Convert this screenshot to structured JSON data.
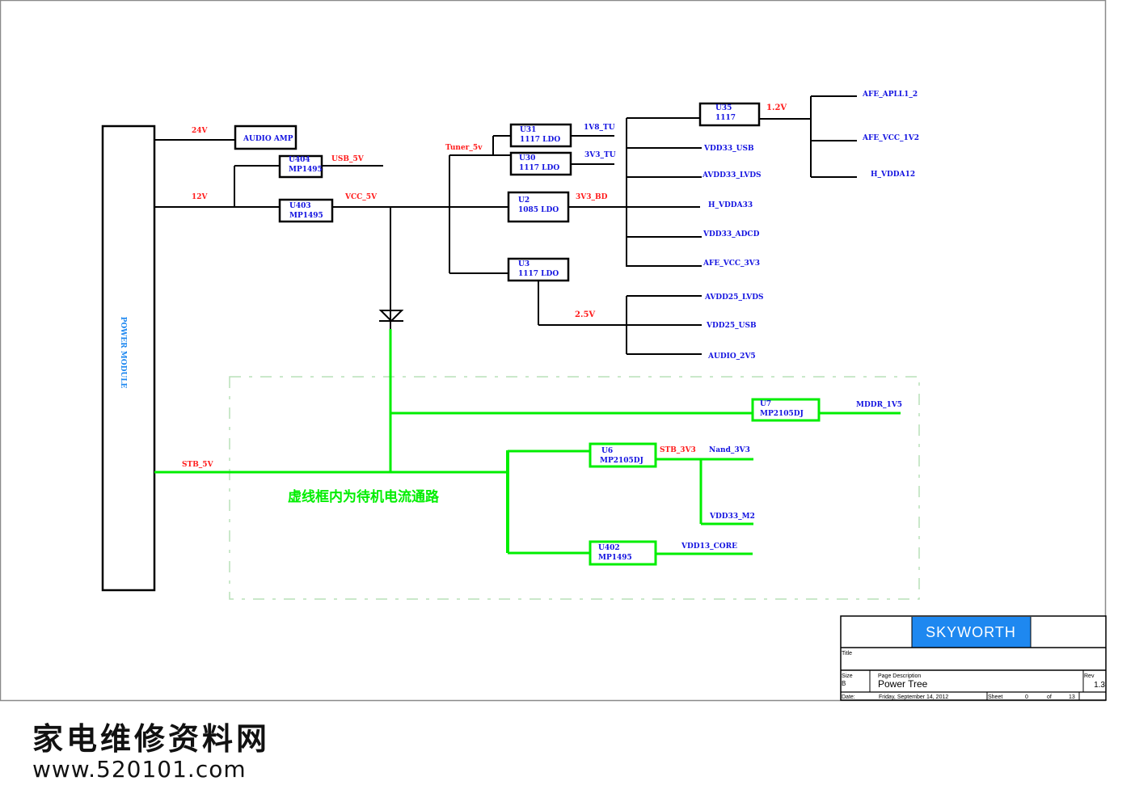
{
  "power_module": {
    "label": "POWER MODULE"
  },
  "rails": {
    "v24": "24V",
    "v12": "12V",
    "usb_5v": "USB_5V",
    "vcc_5v": "VCC_5V",
    "tuner_5v": "Tuner_5v",
    "v3v3_bd": "3V3_BD",
    "v1_2": "1.2V",
    "v2_5": "2.5V",
    "stb_5v": "STB_5V",
    "stb_3v3": "STB_3V3"
  },
  "components": {
    "audio_amp": {
      "line1": "AUDIO AMP"
    },
    "u404": {
      "line1": "U404",
      "line2": "MP1495"
    },
    "u403": {
      "line1": "U403",
      "line2": "MP1495"
    },
    "u31": {
      "line1": "U31",
      "line2": "1117 LDO"
    },
    "u30": {
      "line1": "U30",
      "line2": "1117 LDO"
    },
    "u2": {
      "line1": "U2",
      "line2": "1085 LDO"
    },
    "u3": {
      "line1": "U3",
      "line2": "1117 LDO"
    },
    "u35": {
      "line1": "U35",
      "line2": "1117"
    },
    "u7": {
      "line1": "U7",
      "line2": "MP2105DJ"
    },
    "u6": {
      "line1": "U6",
      "line2": "MP2105DJ"
    },
    "u402": {
      "line1": "U402",
      "line2": "MP1495"
    }
  },
  "outputs": {
    "v1v8_tu": "1V8_TU",
    "v3v3_tu": "3V3_TU",
    "afe_apll1_2": "AFE_APLL1_2",
    "afe_vcc_1v2": "AFE_VCC_1V2",
    "h_vdda12": "H_VDDA12",
    "vdd33_usb": "VDD33_USB",
    "avdd33_lvds": "AVDD33_LVDS",
    "h_vdda33": "H_VDDA33",
    "vdd33_adcd": "VDD33_ADCD",
    "afe_vcc_3v3": "AFE_VCC_3V3",
    "avdd25_lvds": "AVDD25_LVDS",
    "vdd25_usb": "VDD25_USB",
    "audio_2v5": "AUDIO_2V5",
    "mddr_1v5": "MDDR_1V5",
    "nand_3v3": "Nand_3V3",
    "vdd33_m2": "VDD33_M2",
    "vdd13_core": "VDD13_CORE"
  },
  "standby_note": "虚线框内为待机电流通路",
  "colors": {
    "wire": "#000000",
    "standby": "#00ee00",
    "rail_label": "#ff1a1a",
    "net_label": "#1414e0",
    "logo_bg": "#1e88f0",
    "dashed_frame": "#b8e0b8"
  },
  "title_block": {
    "logo": "SKYWORTH",
    "title_label": "Title",
    "size_label": "Size",
    "size_value": "B",
    "page_desc_label": "Page Description",
    "page_desc_value": "Power Tree",
    "rev_label": "Rev",
    "rev_value": "1.3",
    "date_label": "Date:",
    "date_value": "Friday, September 14, 2012",
    "sheet_label": "Sheet",
    "sheet_value": "0",
    "of_label": "of",
    "of_value": "13"
  },
  "watermark": {
    "chinese": "家电维修资料网",
    "url": "www.520101.com"
  }
}
